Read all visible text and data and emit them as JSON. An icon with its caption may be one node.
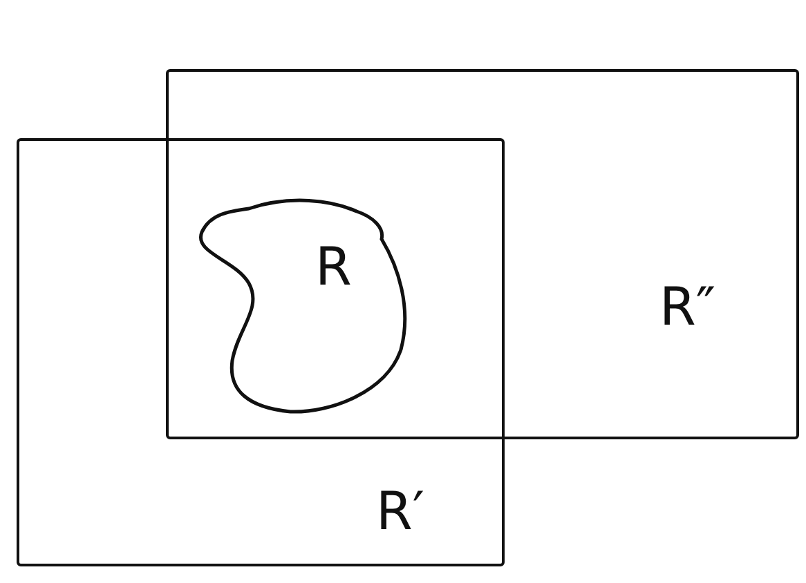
{
  "diagram": {
    "nodes": [
      {
        "text": [
          "R″"
        ]
      },
      {
        "text": [
          "R′"
        ]
      },
      {
        "text": [
          "R"
        ]
      }
    ]
  }
}
